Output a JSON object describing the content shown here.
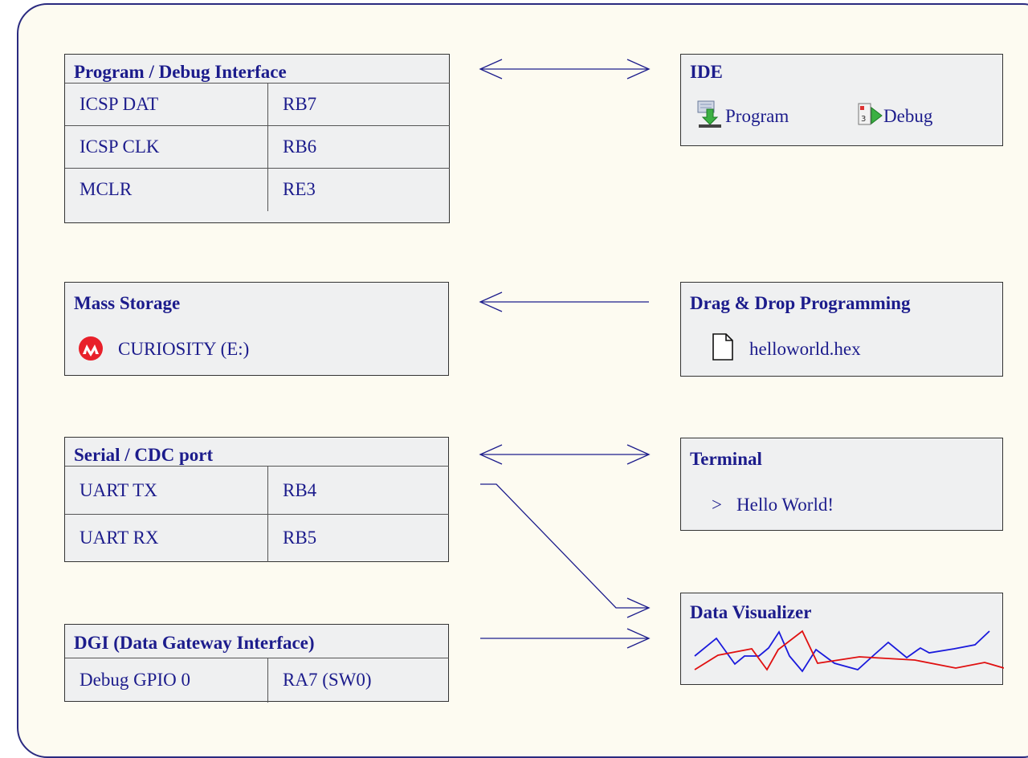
{
  "program_debug": {
    "title": "Program / Debug Interface",
    "rows": [
      {
        "signal": "ICSP DAT",
        "pin": "RB7"
      },
      {
        "signal": "ICSP CLK",
        "pin": "RB6"
      },
      {
        "signal": "MCLR",
        "pin": "RE3"
      }
    ]
  },
  "ide": {
    "title": "IDE",
    "program_label": "Program",
    "debug_label": "Debug",
    "program_icon": "program-download-icon",
    "debug_icon": "debug-icon"
  },
  "mass_storage": {
    "title": "Mass Storage",
    "drive_label": "CURIOSITY (E:)",
    "drive_icon": "microchip-logo-icon"
  },
  "drag_drop": {
    "title": "Drag & Drop Programming",
    "file_label": "helloworld.hex",
    "file_icon": "file-icon"
  },
  "serial": {
    "title": "Serial / CDC port",
    "rows": [
      {
        "signal": "UART TX",
        "pin": "RB4"
      },
      {
        "signal": "UART RX",
        "pin": "RB5"
      }
    ]
  },
  "terminal": {
    "title": "Terminal",
    "prompt": ">",
    "output": "Hello World!"
  },
  "dgi": {
    "title": "DGI  (Data Gateway Interface)",
    "rows": [
      {
        "signal": "Debug GPIO 0",
        "pin": "RA7 (SW0)"
      }
    ]
  },
  "data_visualizer": {
    "title": "Data Visualizer",
    "series_colors": [
      "#1a1adc",
      "#e01010"
    ]
  },
  "colors": {
    "background": "#fdfbf1",
    "box_fill": "#eff0f1",
    "text": "#1c1c8c",
    "frame": "#2a2a80"
  }
}
